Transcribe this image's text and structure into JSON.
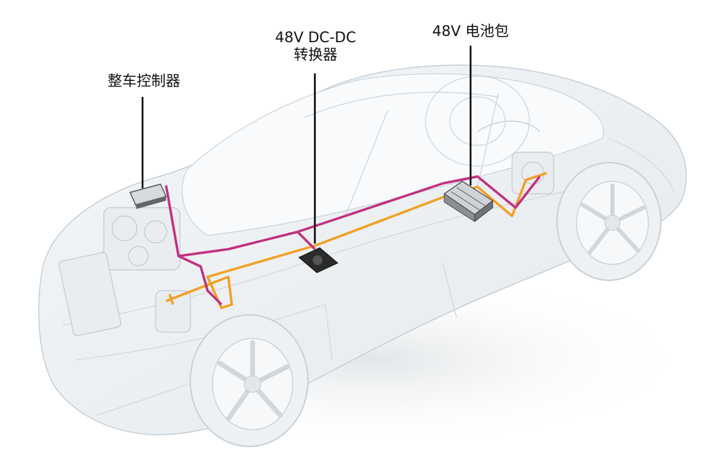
{
  "labels": {
    "vcu": "整车控制器",
    "dcdc_line1": "48V DC-DC",
    "dcdc_line2": "转换器",
    "battery": "48V 电池包"
  },
  "colors": {
    "wire_orange": "#f2a024",
    "wire_magenta": "#c2307f",
    "car_outline": "#c9d2da",
    "car_fill": "#eef2f5",
    "leader_line": "#000000"
  }
}
